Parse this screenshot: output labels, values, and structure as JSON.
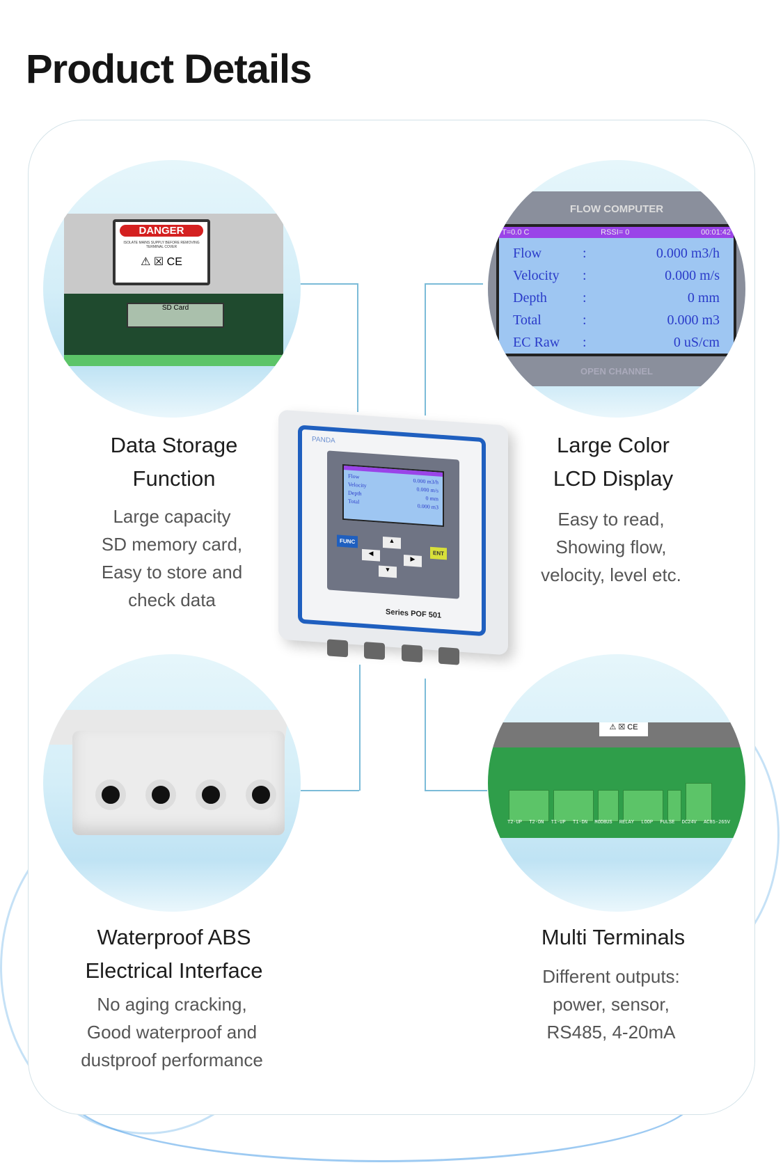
{
  "page_title": "Product Details",
  "features": [
    {
      "title": [
        "Data Storage",
        "Function"
      ],
      "desc": [
        "Large capacity",
        "SD memory card,",
        "Easy to store and",
        "check data"
      ]
    },
    {
      "title": [
        "Large Color",
        "LCD Display"
      ],
      "desc": [
        "Easy to read,",
        "Showing flow,",
        "velocity, level etc."
      ]
    },
    {
      "title": [
        "Waterproof ABS",
        "Electrical Interface"
      ],
      "desc": [
        "No aging cracking,",
        "Good waterproof and",
        "dustproof performance"
      ]
    },
    {
      "title": [
        "Multi Terminals"
      ],
      "desc": [
        "Different outputs:",
        "power, sensor,",
        "RS485, 4-20mA"
      ]
    }
  ],
  "lcd": {
    "header": "FLOW COMPUTER",
    "footer": "OPEN CHANNEL",
    "status": {
      "temp": "T=0.0 C",
      "rssi": "RSSI= 0",
      "time": "00:01:42"
    },
    "rows": [
      {
        "label": "Flow",
        "value": "0.000 m3/h"
      },
      {
        "label": "Velocity",
        "value": "0.000 m/s"
      },
      {
        "label": "Depth",
        "value": "0 mm"
      },
      {
        "label": "Total",
        "value": "0.000 m3"
      },
      {
        "label": "EC Raw",
        "value": "0 uS/cm"
      }
    ]
  },
  "device": {
    "brand": "PANDA",
    "model": "Series POF 501",
    "func": "FUNC",
    "ent": "ENT"
  },
  "storage_photo": {
    "danger": "DANGER",
    "warning": "ISOLATE MAINS SUPPLY BEFORE REMOVING TERMINAL COVER",
    "sd_label": "SD Card"
  },
  "terminals": [
    "T2-UP",
    "T2-DN",
    "T1-UP",
    "T1-DN",
    "MODBUS",
    "RELAY",
    "LOOP",
    "PULSE",
    "DC24V",
    "AC85-265V"
  ],
  "colors": {
    "connector": "#7bbbd8",
    "lcd_bg": "#9ec6f2",
    "lcd_bar": "#9a44e8",
    "frame_blue": "#1f5fbf"
  }
}
